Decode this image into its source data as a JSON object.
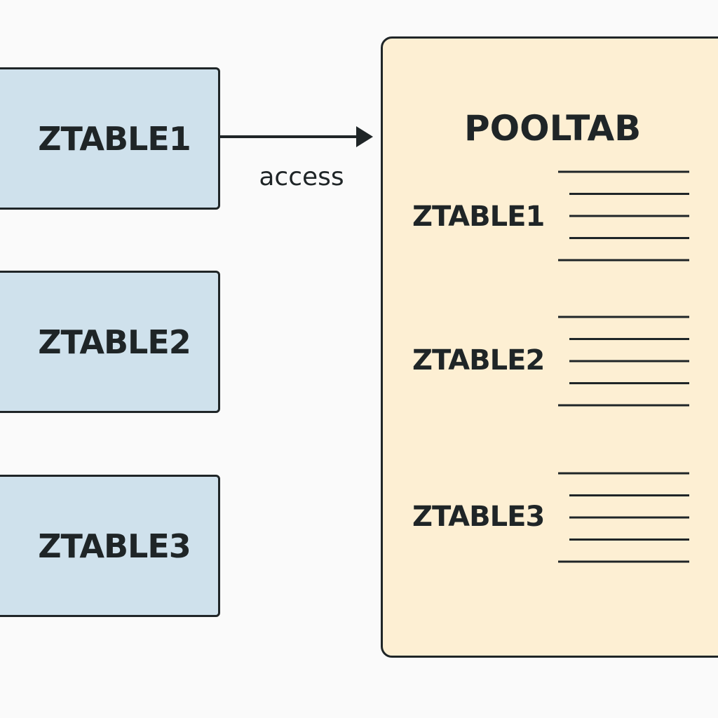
{
  "source_tables": [
    {
      "label": "ZTABLE1"
    },
    {
      "label": "ZTABLE2"
    },
    {
      "label": "ZTABLE3"
    }
  ],
  "connector": {
    "label": "access",
    "from": "ZTABLE1",
    "to": "POOLTAB"
  },
  "pool_table": {
    "title": "POOLTAB",
    "entries": [
      {
        "label": "ZTABLE1",
        "line_count": 5
      },
      {
        "label": "ZTABLE2",
        "line_count": 5
      },
      {
        "label": "ZTABLE3",
        "line_count": 5
      }
    ]
  },
  "colors": {
    "background": "#fafafa",
    "table_box_fill": "#cfe1ec",
    "pool_fill": "#fdefd3",
    "stroke": "#1f2527"
  }
}
